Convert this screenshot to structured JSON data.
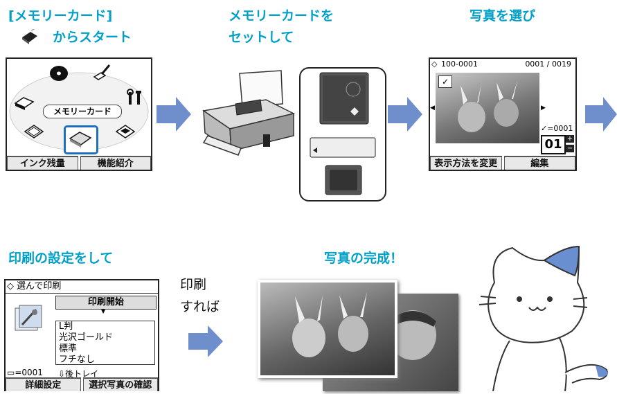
{
  "steps": {
    "s1_line1": "[メモリーカード]",
    "s1_line2": "からスタート",
    "s2_line1": "メモリーカードを",
    "s2_line2": "セットして",
    "s3": "写真を選び",
    "s4": "印刷の設定をして",
    "s5_line1": "印刷",
    "s5_line2": "すれば",
    "s6": "写真の完成！"
  },
  "home_screen": {
    "center_label": "メモリーカード",
    "left_button": "インク残量",
    "right_button": "機能紹介",
    "icons": [
      "disc-icon",
      "pen-icon",
      "scanner-icon",
      "tools-icon",
      "film-icon",
      "memory-card-icon",
      "photo-stack-icon"
    ]
  },
  "photo_select_screen": {
    "folder": "100-0001",
    "counter": "0001 / 0019",
    "copies_label": "=0001",
    "copies_value": "01",
    "left_button": "表示方法を変更",
    "right_button": "編集"
  },
  "print_settings_screen": {
    "title": "選んで印刷",
    "start_button": "印刷開始",
    "settings": [
      "L判",
      "光沢ゴールド",
      "標準",
      "フチなし"
    ],
    "sheet_count": "=0001",
    "tray": "後トレイ",
    "left_button": "詳細設定",
    "right_button": "選択写真の確認"
  },
  "colors": {
    "accent": "#00a0c8",
    "arrow": "#6e8fcc",
    "cat_spot": "#6a8fd0"
  }
}
